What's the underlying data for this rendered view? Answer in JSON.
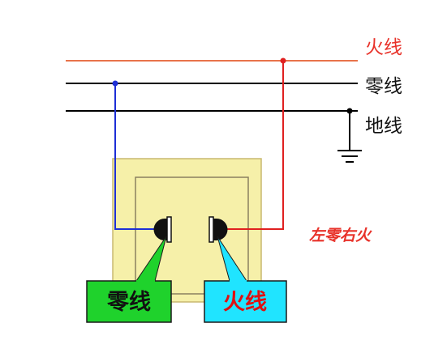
{
  "labels": {
    "live_wire": "火线",
    "neutral_wire": "零线",
    "ground_wire": "地线",
    "rule": "左零右火"
  },
  "callouts": {
    "neutral": "零线",
    "live": "火线"
  },
  "colors": {
    "live_line": "#e8734a",
    "live_text": "#e8322a",
    "neutral_line": "#000000",
    "ground_line": "#000000",
    "live_wire_drop": "#e02020",
    "neutral_wire_drop": "#1d2fd6",
    "socket_outer": "#f6f0a9",
    "socket_outer_border": "#c9b870",
    "socket_inner_border": "#8a8060",
    "neutral_callout_fill": "#1fd22c",
    "live_callout_fill": "#20e4ff",
    "rule_text": "#e8322a",
    "callout_text_neutral": "#111111",
    "callout_text_live": "#e01010"
  }
}
